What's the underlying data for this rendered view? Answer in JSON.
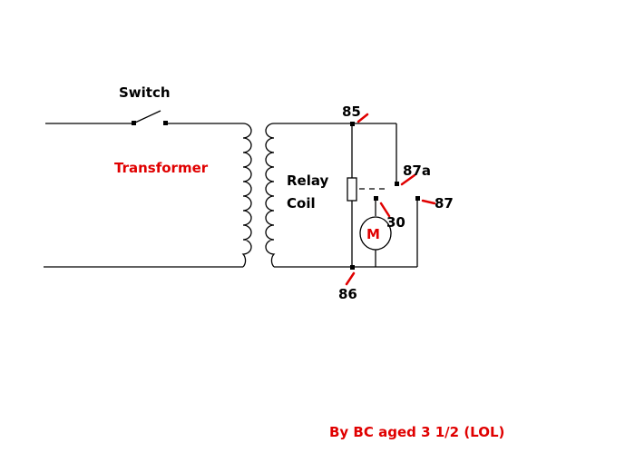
{
  "labels": {
    "switch": "Switch",
    "transformer": "Transformer",
    "relay_line1": "Relay",
    "relay_line2": "Coil",
    "motor": "M",
    "pin_85": "85",
    "pin_86": "86",
    "pin_87a": "87a",
    "pin_87": "87",
    "pin_30": "30",
    "credit": "By BC aged 3 1/2 (LOL)"
  },
  "colors": {
    "background": "#ffffff",
    "wire": "#000000",
    "accent_red": "#e00000"
  }
}
